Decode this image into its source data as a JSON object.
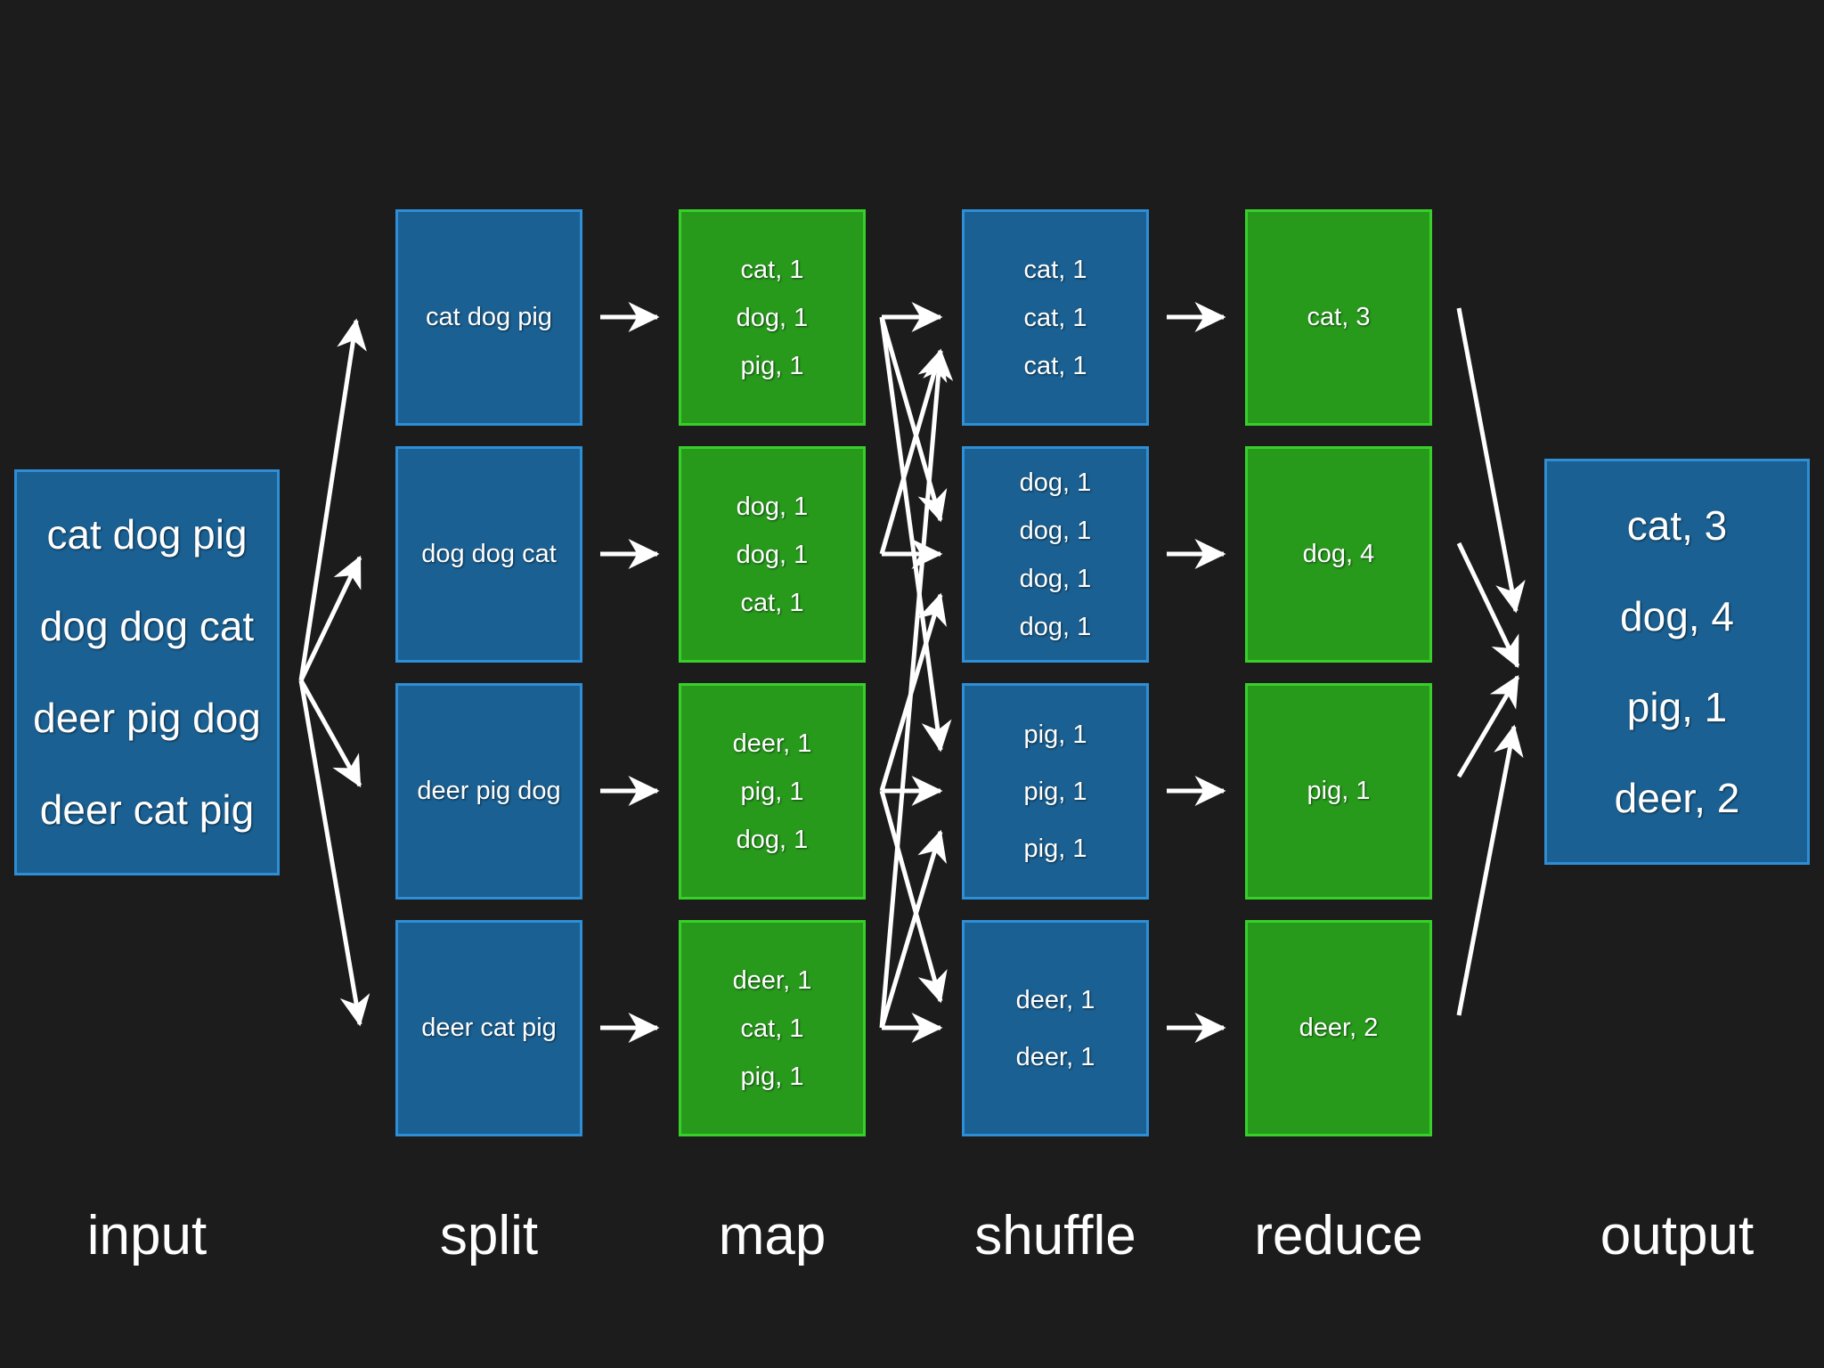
{
  "stages": {
    "input": "input",
    "split": "split",
    "map": "map",
    "shuffle": "shuffle",
    "reduce": "reduce",
    "output": "output"
  },
  "input": {
    "lines": [
      "cat dog pig",
      "dog dog cat",
      "deer pig dog",
      "deer cat pig"
    ]
  },
  "split": {
    "boxes": [
      "cat dog pig",
      "dog dog cat",
      "deer pig dog",
      "deer cat pig"
    ]
  },
  "map": {
    "boxes": [
      [
        "cat, 1",
        "dog, 1",
        "pig, 1"
      ],
      [
        "dog, 1",
        "dog, 1",
        "cat, 1"
      ],
      [
        "deer, 1",
        "pig, 1",
        "dog, 1"
      ],
      [
        "deer, 1",
        "cat, 1",
        "pig, 1"
      ]
    ]
  },
  "shuffle": {
    "boxes": [
      [
        "cat, 1",
        "cat, 1",
        "cat, 1"
      ],
      [
        "dog, 1",
        "dog, 1",
        "dog, 1",
        "dog, 1"
      ],
      [
        "pig, 1",
        "pig, 1",
        "pig, 1"
      ],
      [
        "deer, 1",
        "deer, 1"
      ]
    ]
  },
  "reduce": {
    "boxes": [
      "cat, 3",
      "dog, 4",
      "pig, 1",
      "deer, 2"
    ]
  },
  "output": {
    "lines": [
      "cat, 3",
      "dog, 4",
      "pig, 1",
      "deer, 2"
    ]
  },
  "colors": {
    "background": "#1c1c1c",
    "blue_fill": "#1a6092",
    "blue_border": "#2e8ed6",
    "green_fill": "#279a1c",
    "green_border": "#37d02a",
    "arrow": "#ffffff"
  }
}
